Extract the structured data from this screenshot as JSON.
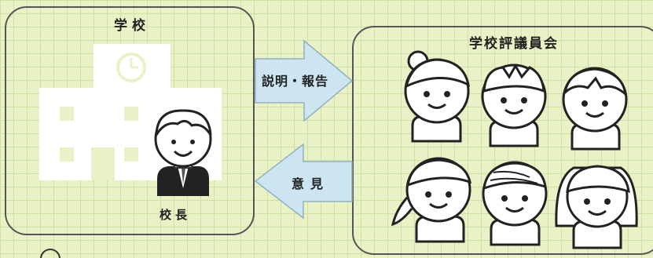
{
  "school": {
    "title": "学校",
    "principal_label": "校長"
  },
  "council": {
    "title": "学校評議員会"
  },
  "arrows": {
    "report_label": "説明・報告",
    "opinion_label": "意見"
  },
  "colors": {
    "background": "#e9f2c6",
    "arrow_fill": "#cde5f0",
    "building": "#ffffff",
    "suit": "#222222"
  }
}
